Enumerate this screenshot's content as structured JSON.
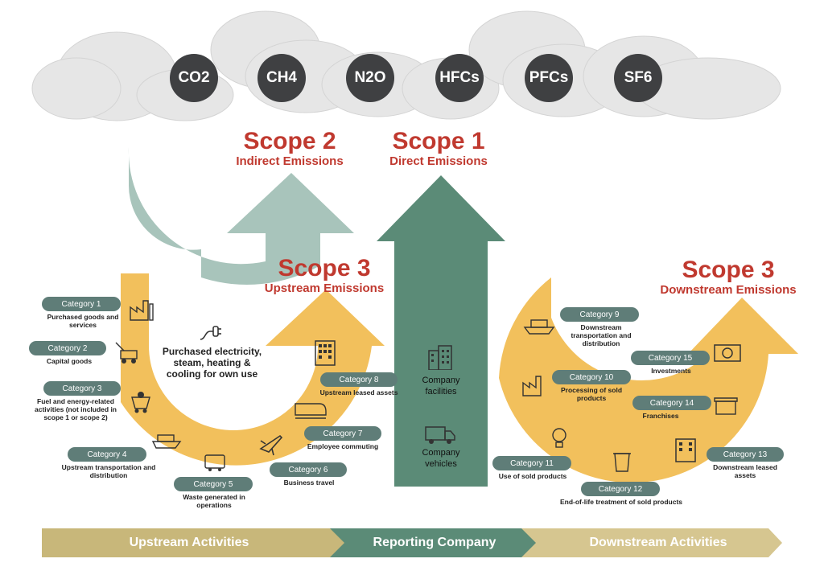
{
  "gases": [
    "CO2",
    "CH4",
    "N2O",
    "HFCs",
    "PFCs",
    "SF6"
  ],
  "scope2": {
    "title": "Scope 2",
    "subtitle": "Indirect Emissions"
  },
  "scope1": {
    "title": "Scope 1",
    "subtitle": "Direct Emissions"
  },
  "scope3_up": {
    "title": "Scope 3",
    "subtitle": "Upstream Emissions"
  },
  "scope3_down": {
    "title": "Scope 3",
    "subtitle": "Downstream Emissions"
  },
  "purchased_electricity": "Purchased electricity, steam, heating & cooling for own use",
  "company": {
    "facilities": "Company facilities",
    "vehicles": "Company vehicles"
  },
  "upstream_categories": [
    {
      "label": "Category 1",
      "desc": "Purchased goods and services"
    },
    {
      "label": "Category 2",
      "desc": "Capital goods"
    },
    {
      "label": "Category 3",
      "desc": "Fuel and energy-related activities (not included in scope 1 or scope 2)"
    },
    {
      "label": "Category 4",
      "desc": "Upstream transportation and distribution"
    },
    {
      "label": "Category 5",
      "desc": "Waste generated in operations"
    },
    {
      "label": "Category 6",
      "desc": "Business travel"
    },
    {
      "label": "Category 7",
      "desc": "Employee commuting"
    },
    {
      "label": "Category 8",
      "desc": "Upstream leased assets"
    }
  ],
  "downstream_categories": [
    {
      "label": "Category 9",
      "desc": "Downstream transportation and distribution"
    },
    {
      "label": "Category 10",
      "desc": "Processing of sold products"
    },
    {
      "label": "Category 11",
      "desc": "Use of sold products"
    },
    {
      "label": "Category 12",
      "desc": "End-of-life treatment of sold products"
    },
    {
      "label": "Category 13",
      "desc": "Downstream leased assets"
    },
    {
      "label": "Category 14",
      "desc": "Franchises"
    },
    {
      "label": "Category 15",
      "desc": "Investments"
    }
  ],
  "bands": {
    "upstream": "Upstream Activities",
    "reporting": "Reporting Company",
    "downstream": "Downstream Activities"
  },
  "colors": {
    "cloud": "#e6e6e6",
    "gas": "#3f4042",
    "scope_red": "#c0392f",
    "scope2_arrow": "#a8c4bb",
    "scope1_arrow": "#5b8b77",
    "scope3_arrow": "#f2c05c",
    "pill": "#5f7d78",
    "band_up": "#c8b77a",
    "band_mid": "#5b8b77",
    "band_down": "#d6c690"
  }
}
